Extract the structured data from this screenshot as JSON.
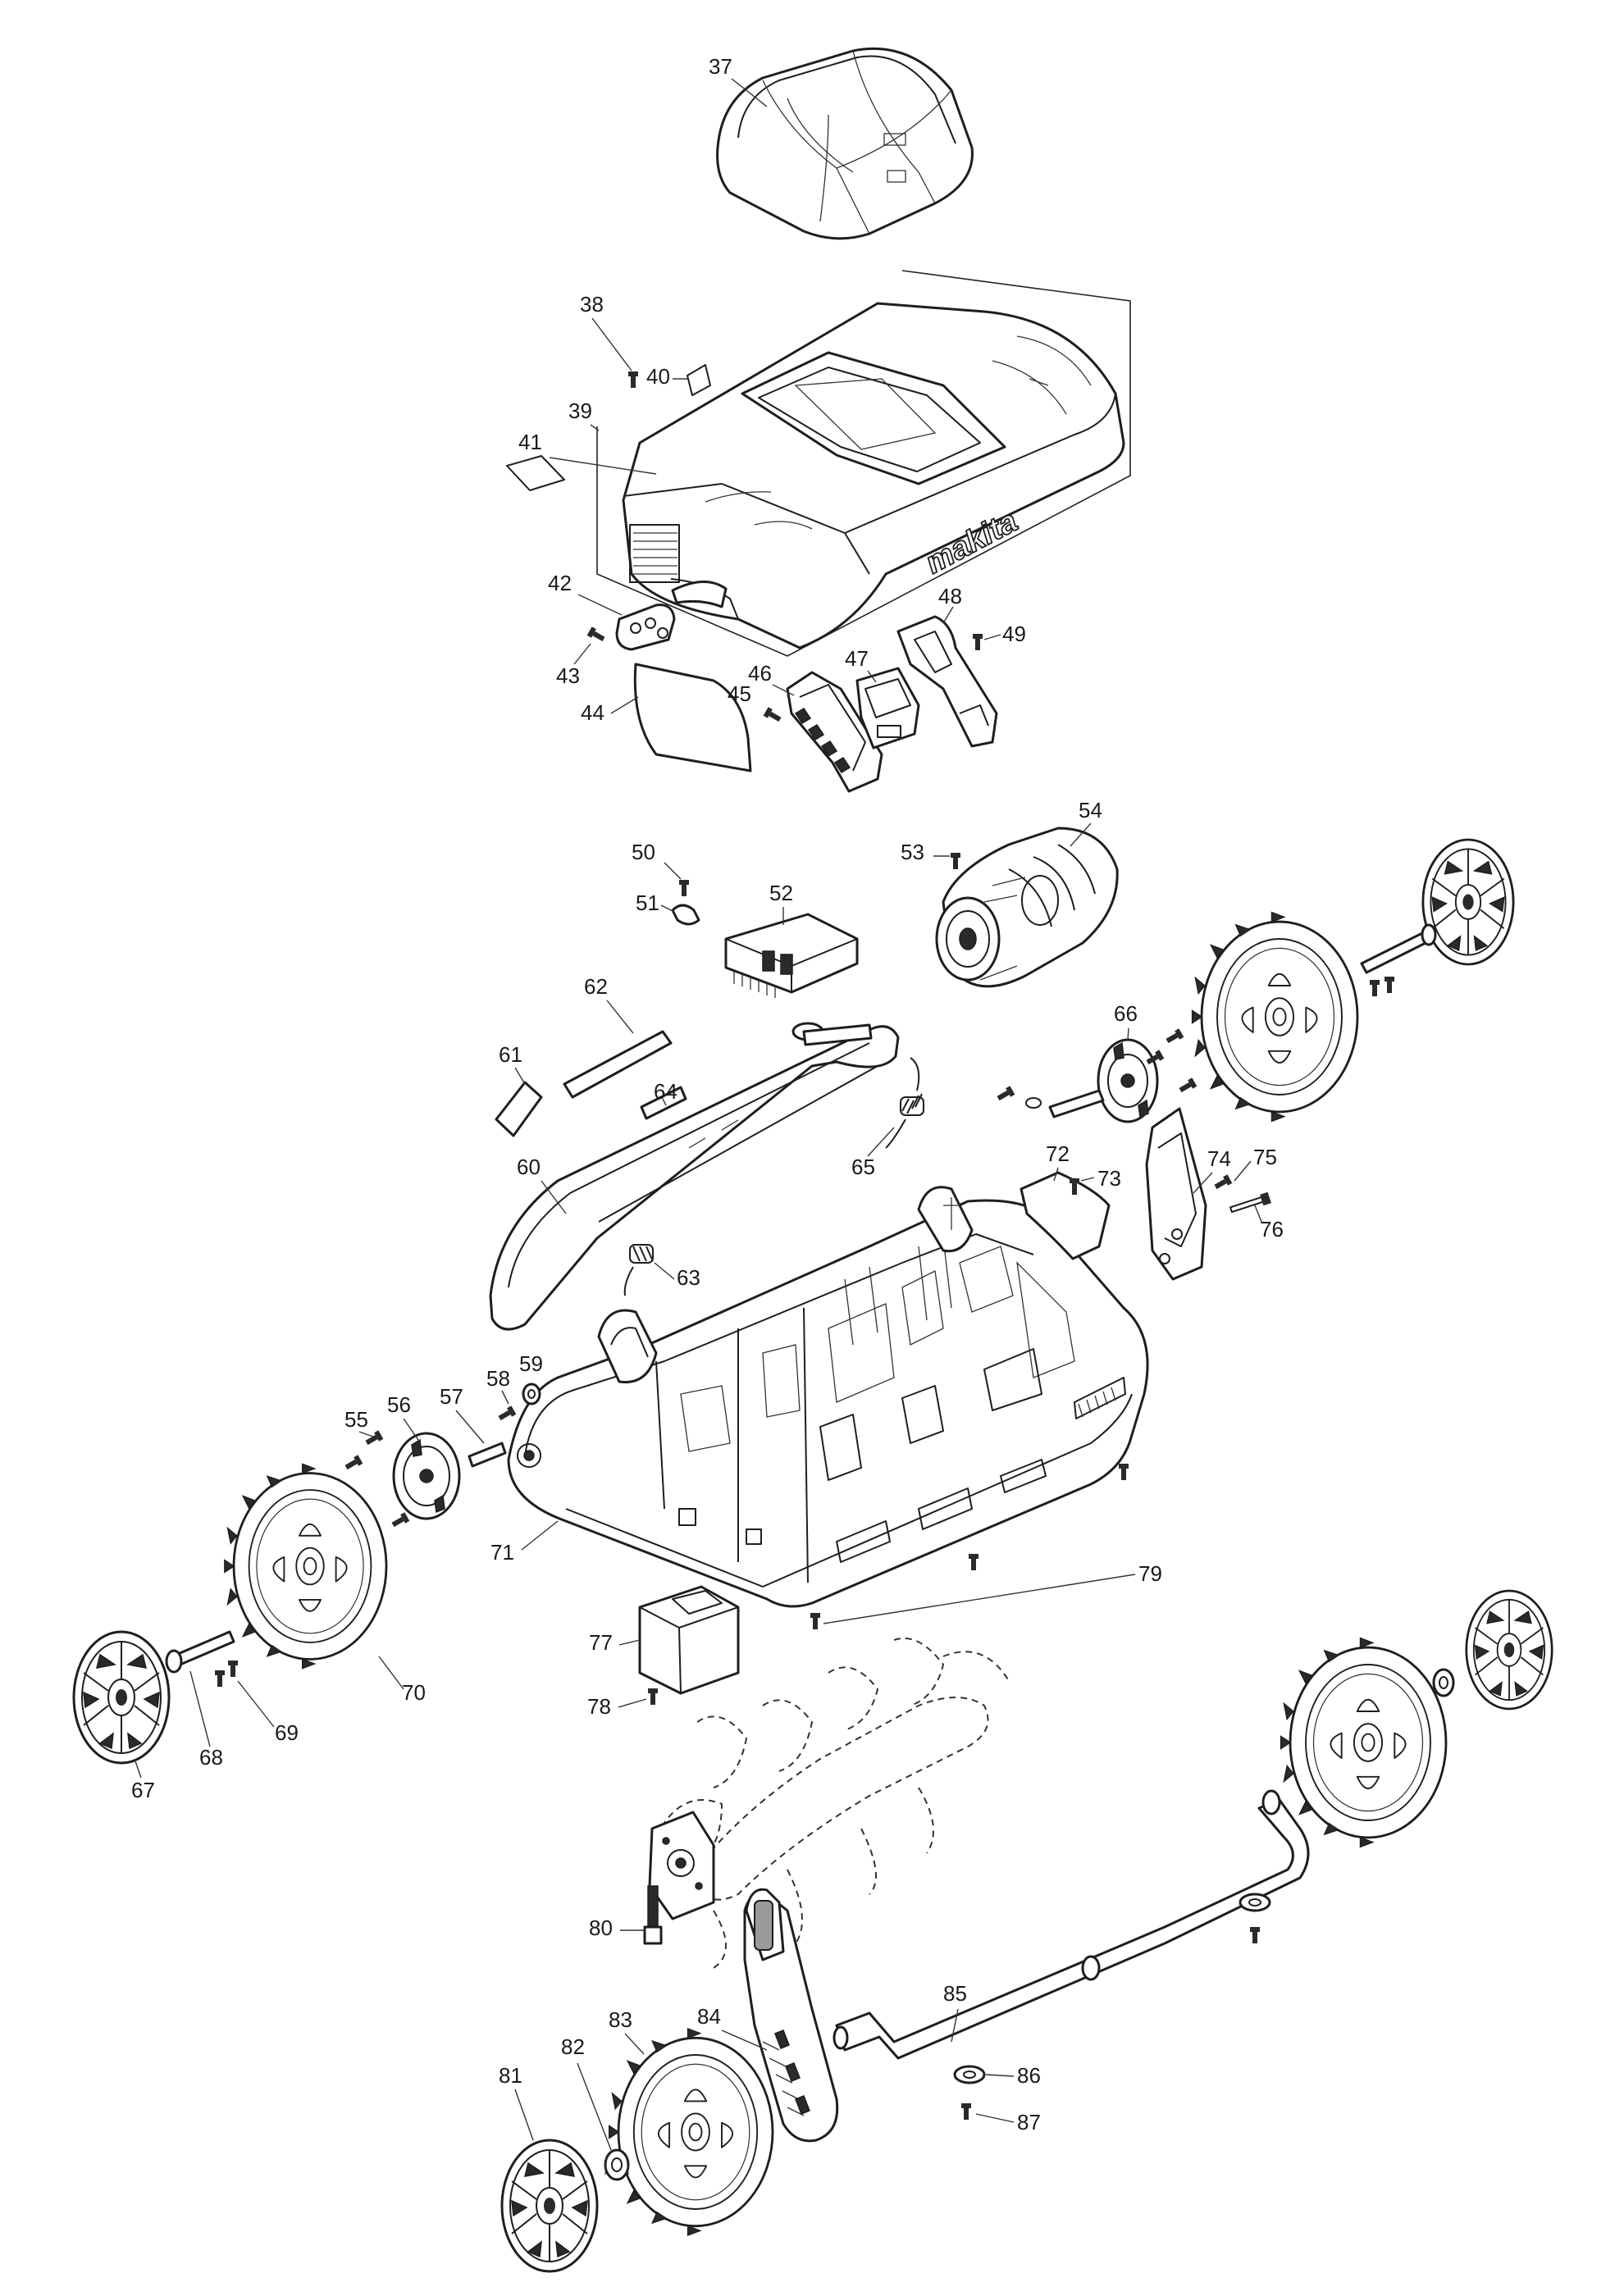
{
  "brand": {
    "logo_text": "makita"
  },
  "callouts": {
    "p37": "37",
    "p38": "38",
    "p39": "39",
    "p40": "40",
    "p41": "41",
    "p42": "42",
    "p43": "43",
    "p44": "44",
    "p45": "45",
    "p46": "46",
    "p47": "47",
    "p48": "48",
    "p49": "49",
    "p50": "50",
    "p51": "51",
    "p52": "52",
    "p53": "53",
    "p54": "54",
    "p55": "55",
    "p56": "56",
    "p57": "57",
    "p58": "58",
    "p59": "59",
    "p60": "60",
    "p61": "61",
    "p62": "62",
    "p63": "63",
    "p64": "64",
    "p65": "65",
    "p66": "66",
    "p67": "67",
    "p68": "68",
    "p69": "69",
    "p70": "70",
    "p71": "71",
    "p72": "72",
    "p73": "73",
    "p74": "74",
    "p75": "75",
    "p76": "76",
    "p77": "77",
    "p78": "78",
    "p79": "79",
    "p80": "80",
    "p81": "81",
    "p82": "82",
    "p83": "83",
    "p84": "84",
    "p85": "85",
    "p86": "86",
    "p87": "87"
  }
}
